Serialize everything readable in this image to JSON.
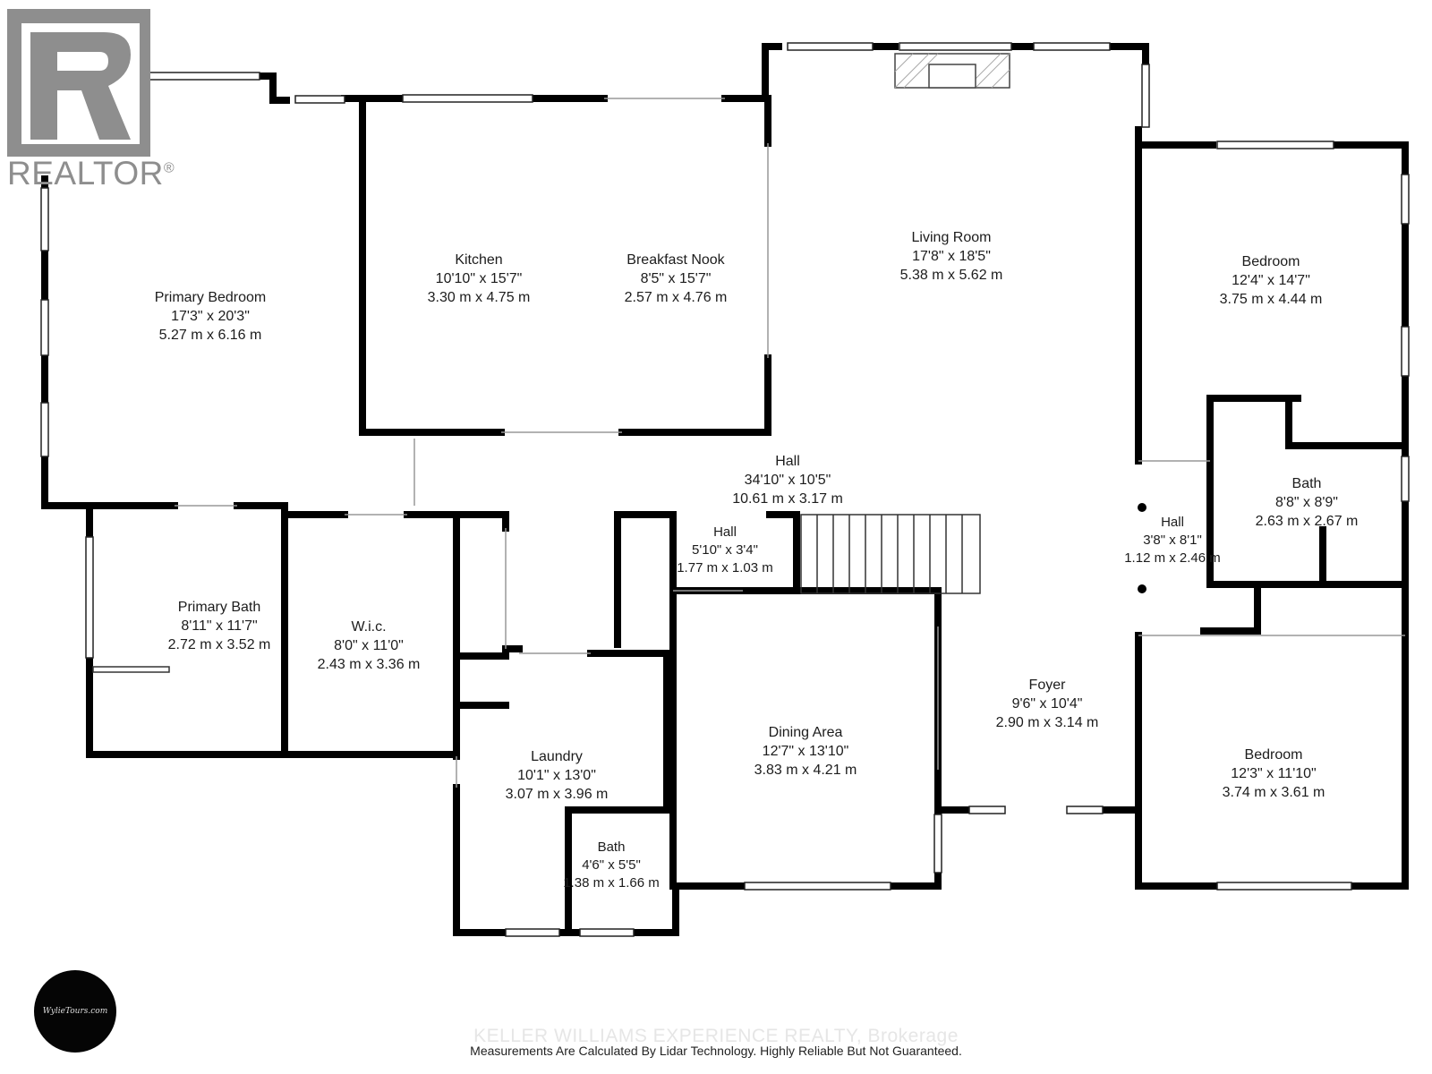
{
  "branding": {
    "realtor_word": "REALTOR",
    "realtor_mark": "®",
    "brokerage": "KELLER WILLIAMS EXPERIENCE REALTY, Brokerage",
    "photographer_signature": "WylieTours.com"
  },
  "disclaimer": "Measurements Are Calculated By Lidar Technology. Highly Reliable But Not Guaranteed.",
  "rooms": [
    {
      "name": "Primary Bedroom",
      "imperial": "17'3\" x 20'3\"",
      "metric": "5.27 m x 6.16 m"
    },
    {
      "name": "Kitchen",
      "imperial": "10'10\" x 15'7\"",
      "metric": "3.30 m x 4.75 m"
    },
    {
      "name": "Breakfast Nook",
      "imperial": "8'5\" x 15'7\"",
      "metric": "2.57 m x 4.76 m"
    },
    {
      "name": "Living Room",
      "imperial": "17'8\" x 18'5\"",
      "metric": "5.38 m x 5.62 m"
    },
    {
      "name": "Bedroom",
      "imperial": "12'4\" x 14'7\"",
      "metric": "3.75 m x 4.44 m"
    },
    {
      "name": "Hall",
      "imperial": "34'10\" x 10'5\"",
      "metric": "10.61 m x 3.17 m"
    },
    {
      "name": "Hall",
      "imperial": "5'10\" x 3'4\"",
      "metric": "1.77 m x 1.03 m"
    },
    {
      "name": "Bath",
      "imperial": "8'8\" x 8'9\"",
      "metric": "2.63 m x 2.67 m"
    },
    {
      "name": "Hall",
      "imperial": "3'8\" x 8'1\"",
      "metric": "1.12 m x 2.46 m"
    },
    {
      "name": "Primary Bath",
      "imperial": "8'11\" x 11'7\"",
      "metric": "2.72 m x 3.52 m"
    },
    {
      "name": "W.i.c.",
      "imperial": "8'0\" x 11'0\"",
      "metric": "2.43 m x 3.36 m"
    },
    {
      "name": "Laundry",
      "imperial": "10'1\" x 13'0\"",
      "metric": "3.07 m x 3.96 m"
    },
    {
      "name": "Dining Area",
      "imperial": "12'7\" x 13'10\"",
      "metric": "3.83 m x 4.21 m"
    },
    {
      "name": "Foyer",
      "imperial": "9'6\" x 10'4\"",
      "metric": "2.90 m x 3.14 m"
    },
    {
      "name": "Bedroom",
      "imperial": "12'3\" x 11'10\"",
      "metric": "3.74 m x 3.61 m"
    },
    {
      "name": "Bath",
      "imperial": "4'6\" x 5'5\"",
      "metric": "1.38 m x 1.66 m"
    }
  ]
}
